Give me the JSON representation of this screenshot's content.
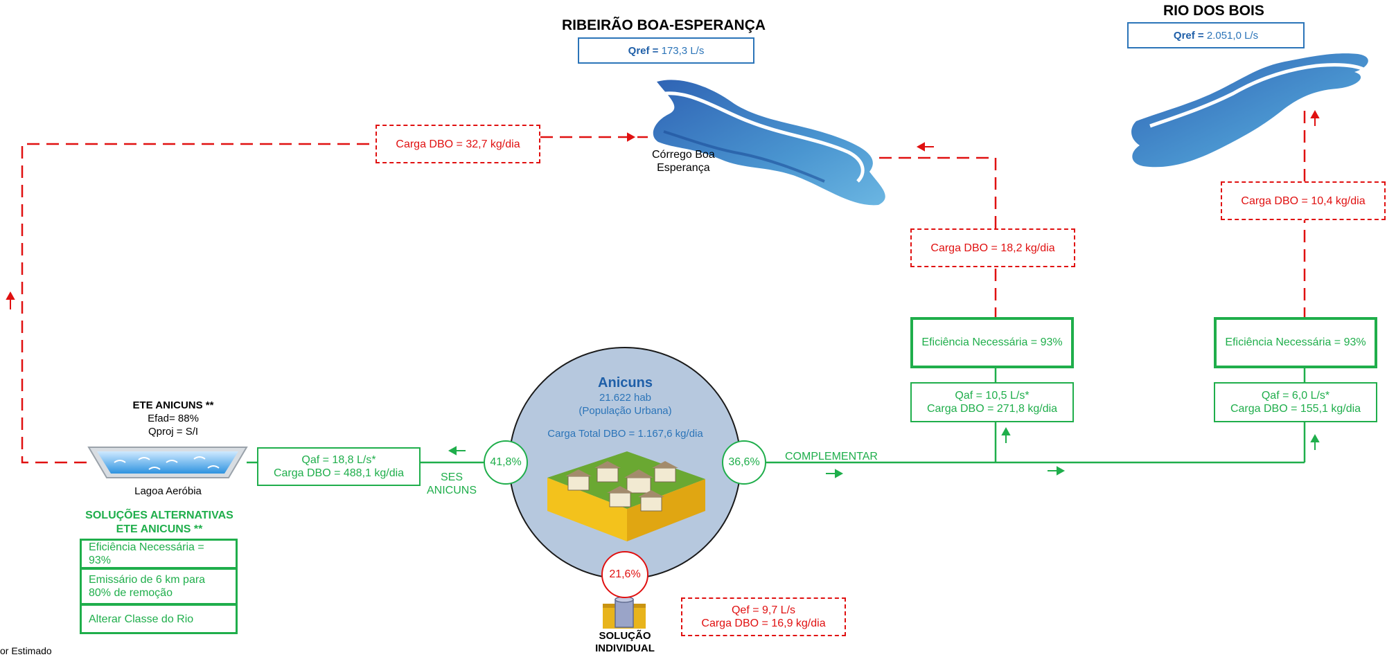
{
  "river_left": {
    "title": "RIBEIRÃO BOA-ESPERANÇA",
    "qref_label": "Qref =",
    "qref_value": "173,3 L/s",
    "stream_name_1": "Córrego Boa",
    "stream_name_2": "Esperança"
  },
  "river_right": {
    "title": "RIO DOS BOIS",
    "qref_label": "Qref =",
    "qref_value": "2.051,0 L/s"
  },
  "red_loads": {
    "ete_return": "Carga DBO = 32,7 kg/dia",
    "complementar_1": "Carga DBO = 18,2 kg/dia",
    "complementar_2": "Carga DBO = 10,4 kg/dia"
  },
  "city": {
    "name": "Anicuns",
    "population": "21.622 hab",
    "population_note": "(População Urbana)",
    "total_load": "Carga Total DBO = 1.167,6 kg/dia"
  },
  "shares": {
    "ses": "41,8%",
    "complementar": "36,6%",
    "individual": "21,6%"
  },
  "ses": {
    "label_1": "SES",
    "label_2": "ANICUNS",
    "qaf": "Qaf = 18,8 L/s*",
    "load": "Carga DBO = 488,1 kg/dia"
  },
  "ete": {
    "title": "ETE ANICUNS **",
    "efad": "Efad= 88%",
    "qproj": "Qproj = S/I",
    "pond_label": "Lagoa Aeróbia"
  },
  "alternatives": {
    "title_1": "SOLUÇÕES ALTERNATIVAS",
    "title_2": "ETE ANICUNS **",
    "items": [
      "Eficiência Necessária = 93%",
      "Emissário de 6 km para 80% de remoção",
      "Alterar Classe do Rio"
    ]
  },
  "complementar": {
    "label": "COMPLEMENTAR",
    "branch_1": {
      "efficiency": "Eficiência Necessária  = 93%",
      "qaf": "Qaf = 10,5 L/s*",
      "load": "Carga DBO = 271,8 kg/dia"
    },
    "branch_2": {
      "efficiency": "Eficiência Necessária  = 93%",
      "qaf": "Qaf = 6,0 L/s*",
      "load": "Carga DBO = 155,1 kg/dia"
    }
  },
  "individual": {
    "label_1": "SOLUÇÃO",
    "label_2": "INDIVIDUAL",
    "qef": "Qef = 9,7 L/s",
    "load": "Carga DBO = 16,9 kg/dia"
  },
  "footnote": "or Estimado",
  "colors": {
    "red": "#e01010",
    "green": "#1fae4b",
    "blue": "#2b74b8",
    "river": "#3a7fc4",
    "circle_fill": "#b6c8de"
  }
}
